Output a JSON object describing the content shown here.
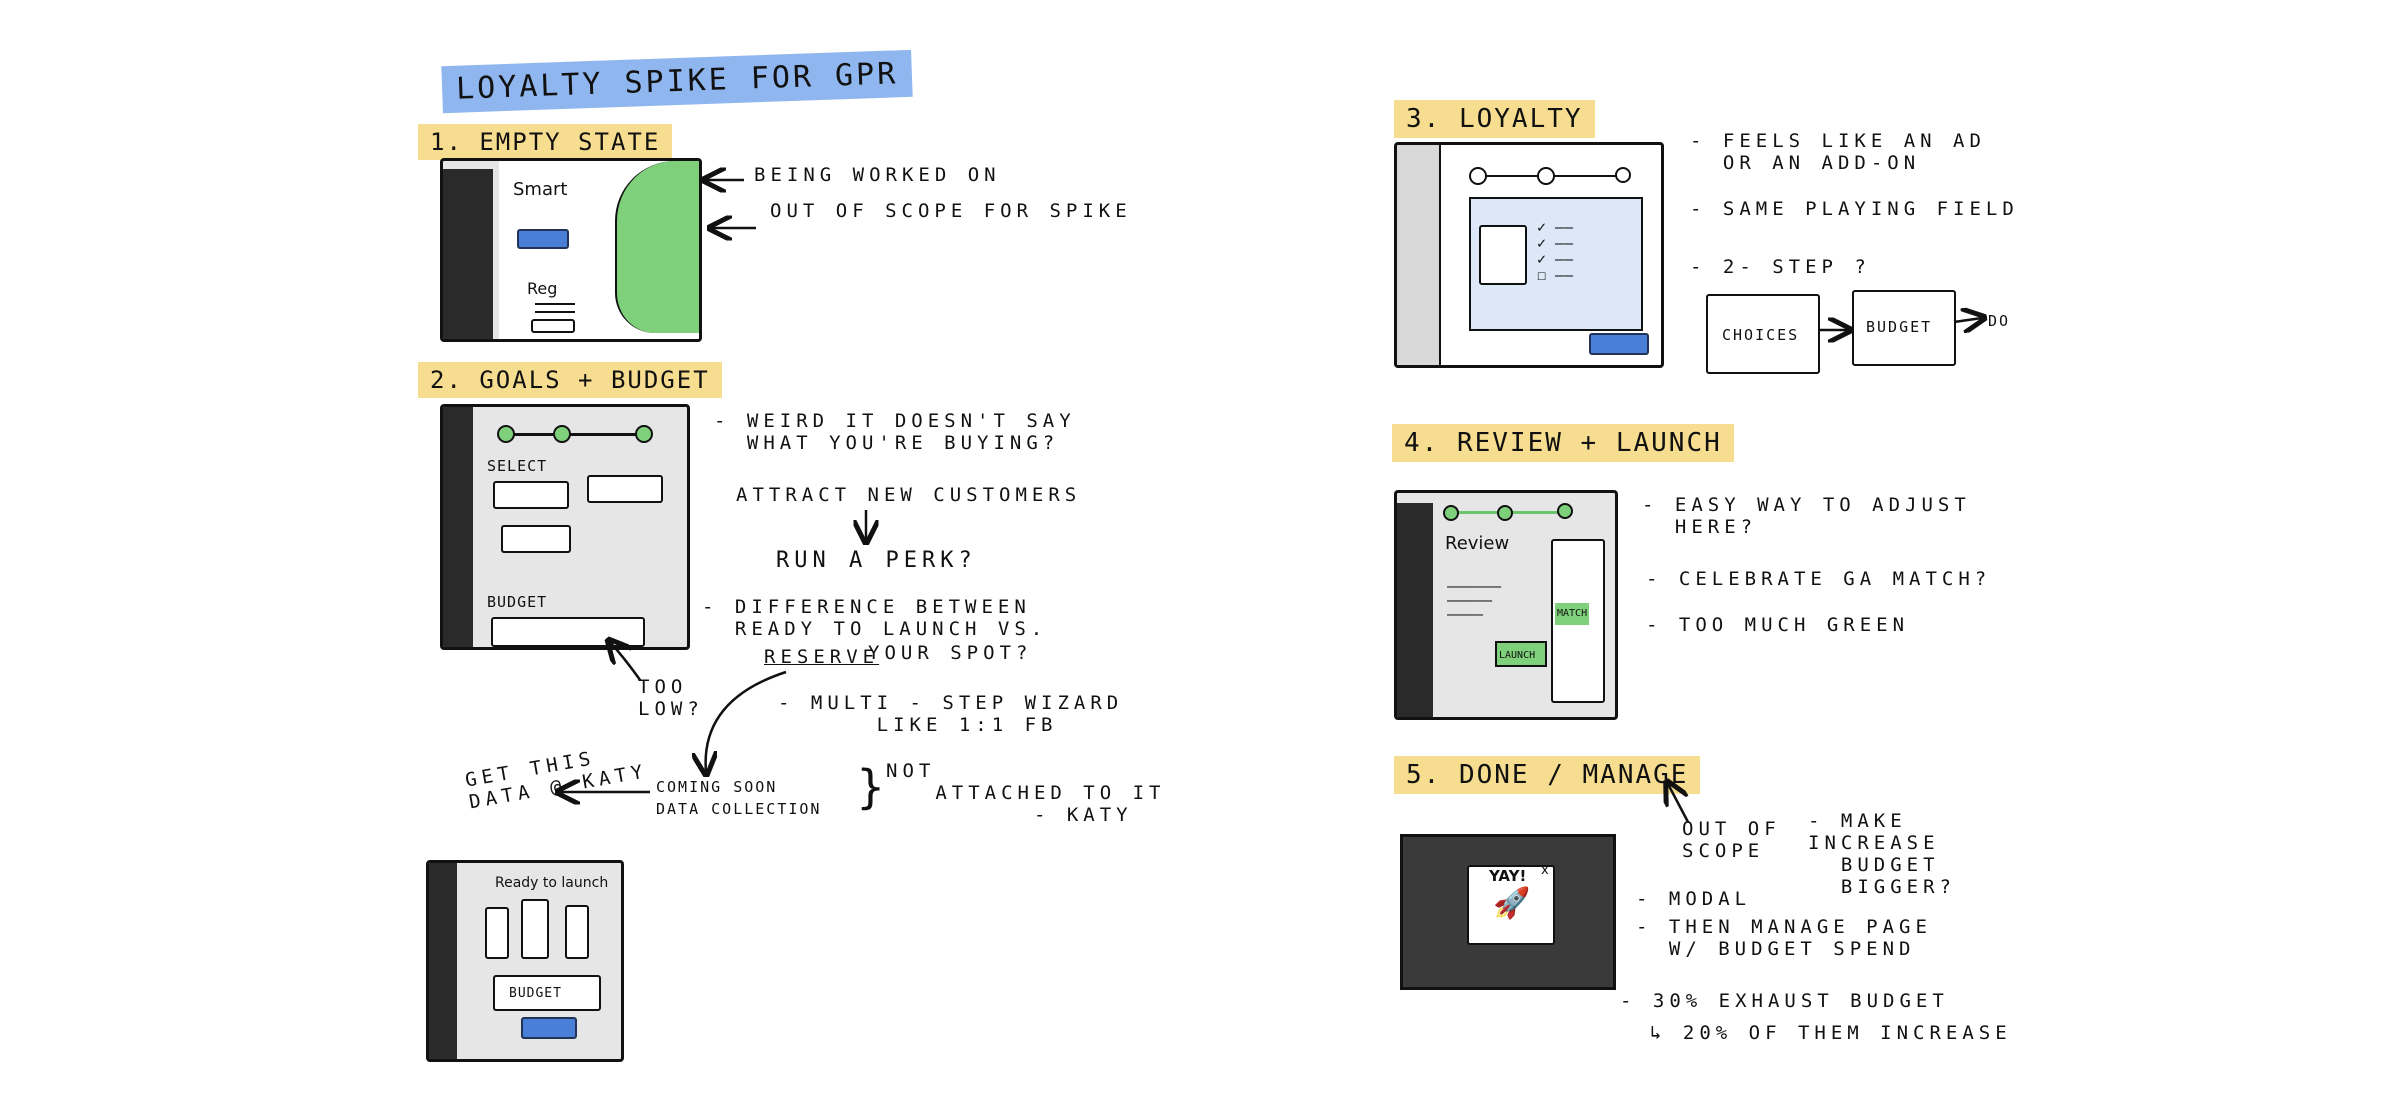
{
  "title": "LOYALTY SPIKE FOR GPR",
  "s1": {
    "heading": "1. EMPTY STATE",
    "smart": "Smart",
    "reg": "Reg",
    "note1": "BEING WORKED ON",
    "note2": "OUT OF SCOPE FOR SPIKE"
  },
  "s2": {
    "heading": "2. GOALS + BUDGET",
    "select": "SELECT",
    "budget": "BUDGET",
    "note_weird": "- WEIRD IT DOESN'T SAY\n  WHAT YOU'RE BUYING?",
    "note_attract": "ATTRACT NEW CUSTOMERS",
    "note_perk": "RUN A PERK?",
    "note_diff": "- DIFFERENCE BETWEEN\n  READY TO LAUNCH VS.",
    "note_reserve": "RESERVE",
    "note_spot": "YOUR SPOT?",
    "note_multi": "- MULTI - STEP WIZARD\n      LIKE 1:1 FB",
    "note_toolow": "TOO\nLOW?",
    "note_getdata": "GET THIS\nDATA @ KATY",
    "note_coming": "COMING SOON\nDATA COLLECTION",
    "note_not": "NOT\n   ATTACHED TO IT\n         - KATY"
  },
  "s2b": {
    "ready": "Ready to launch",
    "budget": "BUDGET"
  },
  "s3": {
    "heading": "3. LOYALTY",
    "note_feels": "- FEELS LIKE AN AD\n  OR AN ADD-ON",
    "note_same": "- SAME PLAYING FIELD",
    "note_two": "- 2- STEP ?",
    "choices": "CHOICES",
    "budget": "BUDGET",
    "done": "DO"
  },
  "s4": {
    "heading": "4. REVIEW + LAUNCH",
    "review": "Review",
    "match": "MATCH",
    "launch": "LAUNCH",
    "note_easy": "- EASY WAY TO ADJUST\n  HERE?",
    "note_celebrate": "- CELEBRATE GA MATCH?",
    "note_green": "- TOO MUCH GREEN"
  },
  "s5": {
    "heading": "5. DONE / MANAGE",
    "yay": "YAY!",
    "close": "x",
    "note_scope": "OUT OF\nSCOPE",
    "note_make": "- MAKE\nINCREASE\n  BUDGET\n  BIGGER?",
    "note_modal": "- MODAL",
    "note_manage": "- THEN MANAGE PAGE\n  W/ BUDGET SPEND",
    "note_exhaust": "- 30% EXHAUST BUDGET",
    "note_increase": "↳ 20% OF THEM INCREASE"
  },
  "colors": {
    "highlight_blue": "#8fb6ee",
    "highlight_yellow": "#f6dd8f",
    "green": "#7fd07a",
    "button_blue": "#4a7fd8"
  }
}
